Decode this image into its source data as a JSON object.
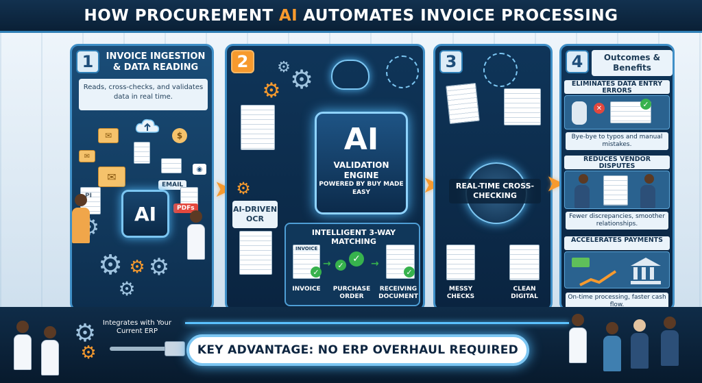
{
  "title": {
    "part1": "HOW PROCUREMENT",
    "accent": "AI",
    "part2": "AUTOMATES INVOICE PROCESSING"
  },
  "colors": {
    "accent": "#f79a2e",
    "navy": "#0d2540",
    "glow": "#5cc2ff",
    "check": "#37b24d"
  },
  "step1": {
    "number": "1",
    "heading": "INVOICE INGESTION & DATA READING",
    "subtitle": "Reads, cross-checks, and validates data in real time.",
    "chip_label": "AI",
    "doc_pi": "PI",
    "badge_email": "EMAIL",
    "badge_pdf": "PDFs",
    "cash_symbol": "$"
  },
  "step2": {
    "number": "2",
    "ocr_label": "AI-DRIVEN OCR",
    "chip_main": "AI",
    "chip_sub": "VALIDATION ENGINE",
    "powered": "POWERED BY BUY MADE EASY",
    "matching_title": "INTELLIGENT 3-WAY MATCHING",
    "doc_invoice_tag": "INVOICE",
    "match_labels": [
      "INVOICE",
      "PURCHASE ORDER",
      "RECEIVING DOCUMENT"
    ]
  },
  "step3": {
    "number": "3",
    "center_label": "REAL-TIME CROSS-CHECKING",
    "bottom_labels": [
      "MESSY CHECKS",
      "CLEAN DIGITAL"
    ]
  },
  "step4": {
    "number": "4",
    "heading": "Outcomes & Benefits",
    "outcomes": [
      {
        "title": "ELIMINATES DATA ENTRY ERRORS",
        "note": "Bye-bye to typos and manual mistakes."
      },
      {
        "title": "REDUCES VENDOR DISPUTES",
        "note": "Fewer discrepancies, smoother relationships."
      },
      {
        "title": "ACCELERATES PAYMENTS",
        "note": "On-time processing, faster cash flow."
      }
    ]
  },
  "footer": {
    "erp_note": "Integrates with Your Current ERP",
    "key_advantage": "KEY ADVANTAGE: NO ERP OVERHAUL REQUIRED"
  }
}
